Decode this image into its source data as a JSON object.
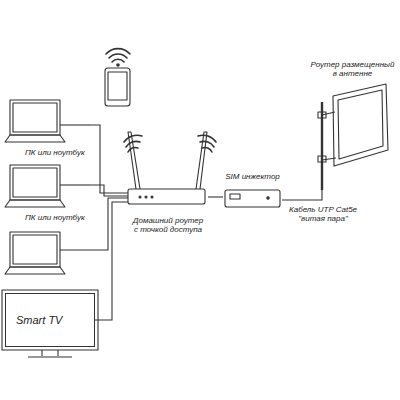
{
  "diagram": {
    "nodes": [
      {
        "text": [
          "ПК или ноутбук"
        ]
      },
      {
        "text": [
          "ПК или ноутбук"
        ]
      },
      {
        "text": [
          "Smart TV"
        ]
      },
      {
        "text": [
          "Домашний роутер с точкой доступа"
        ]
      },
      {
        "text": [
          "SIM инжектор"
        ]
      },
      {
        "text": [
          "Роутер размещенный в антенне"
        ]
      }
    ],
    "edges": [
      {
        "from": 0,
        "to": 3,
        "arrow": "none"
      },
      {
        "from": 1,
        "to": 3,
        "arrow": "none"
      },
      {
        "from": 2,
        "to": 3,
        "arrow": "none"
      },
      {
        "from": 3,
        "to": 4,
        "arrow": "none"
      },
      {
        "from": 4,
        "to": 5,
        "label": "Кабель UTP Cat5e \"витая пара\"",
        "arrow": "none"
      }
    ]
  }
}
